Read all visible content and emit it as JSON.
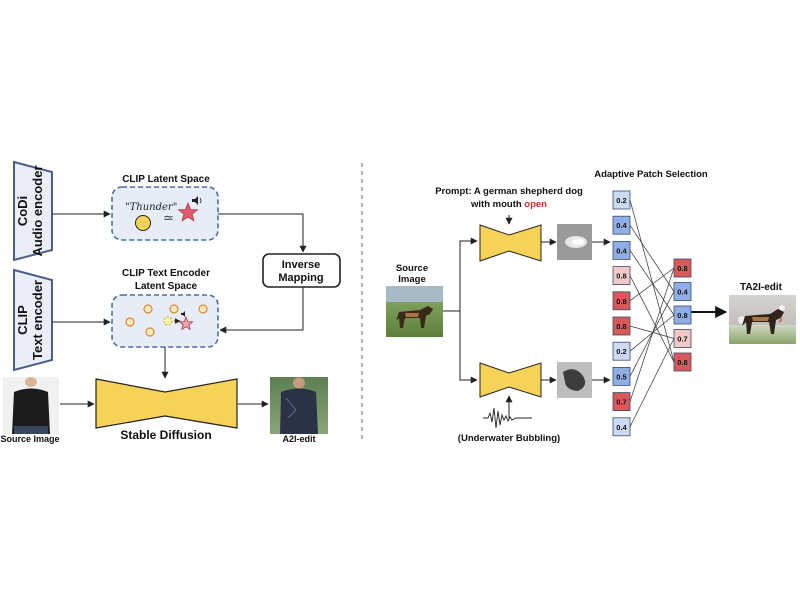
{
  "left": {
    "codi_encoder": {
      "line1": "CoDi",
      "line2": "Audio encoder"
    },
    "clip_encoder": {
      "line1": "CLIP",
      "line2": "Text encoder"
    },
    "clip_latent_title": "CLIP Latent Space",
    "text_latent_title_1": "CLIP Text Encoder",
    "text_latent_title_2": "Latent Space",
    "thunder_text": "\"Thunder\"",
    "approx_symbol": "≃",
    "inverse_mapping_1": "Inverse",
    "inverse_mapping_2": "Mapping",
    "stable_diffusion": "Stable Diffusion",
    "source_image_label": "Source Image",
    "output_label": "A2I-edit"
  },
  "right": {
    "prompt_line1": "Prompt: A german shepherd dog",
    "prompt_line2_prefix": "with mouth ",
    "prompt_line2_highlight": "open",
    "source_image_1": "Source",
    "source_image_2": "Image",
    "adaptive_title": "Adaptive Patch Selection",
    "audio_label": "(Underwater Bubbling)",
    "output_label": "TA2I-edit",
    "column_a": [
      "0.2",
      "0.4",
      "0.4",
      "0.8",
      "0.8",
      "0.8",
      "0.2",
      "0.5",
      "0.7",
      "0.4"
    ],
    "column_b": [
      "0.8",
      "0.4",
      "0.8",
      "0.7",
      "0.8"
    ]
  },
  "colors": {
    "accent_red": "#d92b2b",
    "encoder_fill": "#e9eef8",
    "encoder_stroke": "#4a5f8a",
    "latent_fill": "#e6ecf8",
    "latent_stroke": "#4f6f9f",
    "unet_fill": "#f7d258",
    "patch_blue": "#8faee6",
    "patch_red": "#d9595b",
    "patch_pink": "#f2c9c7",
    "patch_lightblue": "#cddaf5"
  }
}
